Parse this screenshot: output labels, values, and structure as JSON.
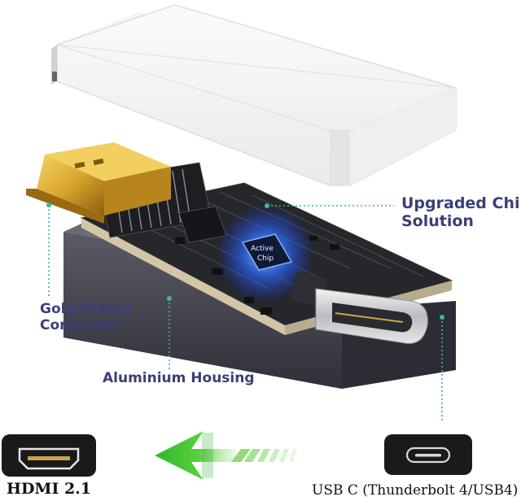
{
  "callouts": {
    "chip_line1": "Upgraded Chip",
    "chip_line2": "Solution",
    "gold_line1": "Gold-Plated",
    "gold_line2": "Connector",
    "aluminium": "Aluminium Housing",
    "chip_marking_1": "Active",
    "chip_marking_2": "Chip"
  },
  "ports": {
    "hdmi": "HDMI 2.1",
    "usbc": "USB C (Thunderbolt 4/USB4)"
  },
  "colors": {
    "label_text": "#3a3f78",
    "leader_line": "#3fb59a",
    "arrow_green": "#3bbf2a",
    "pcb": "#2a2c30",
    "housing": "#4a4b55",
    "gold": "#d9a52b"
  },
  "icons": [
    "hdmi-port-icon",
    "usb-c-port-icon",
    "direction-arrow-icon"
  ]
}
